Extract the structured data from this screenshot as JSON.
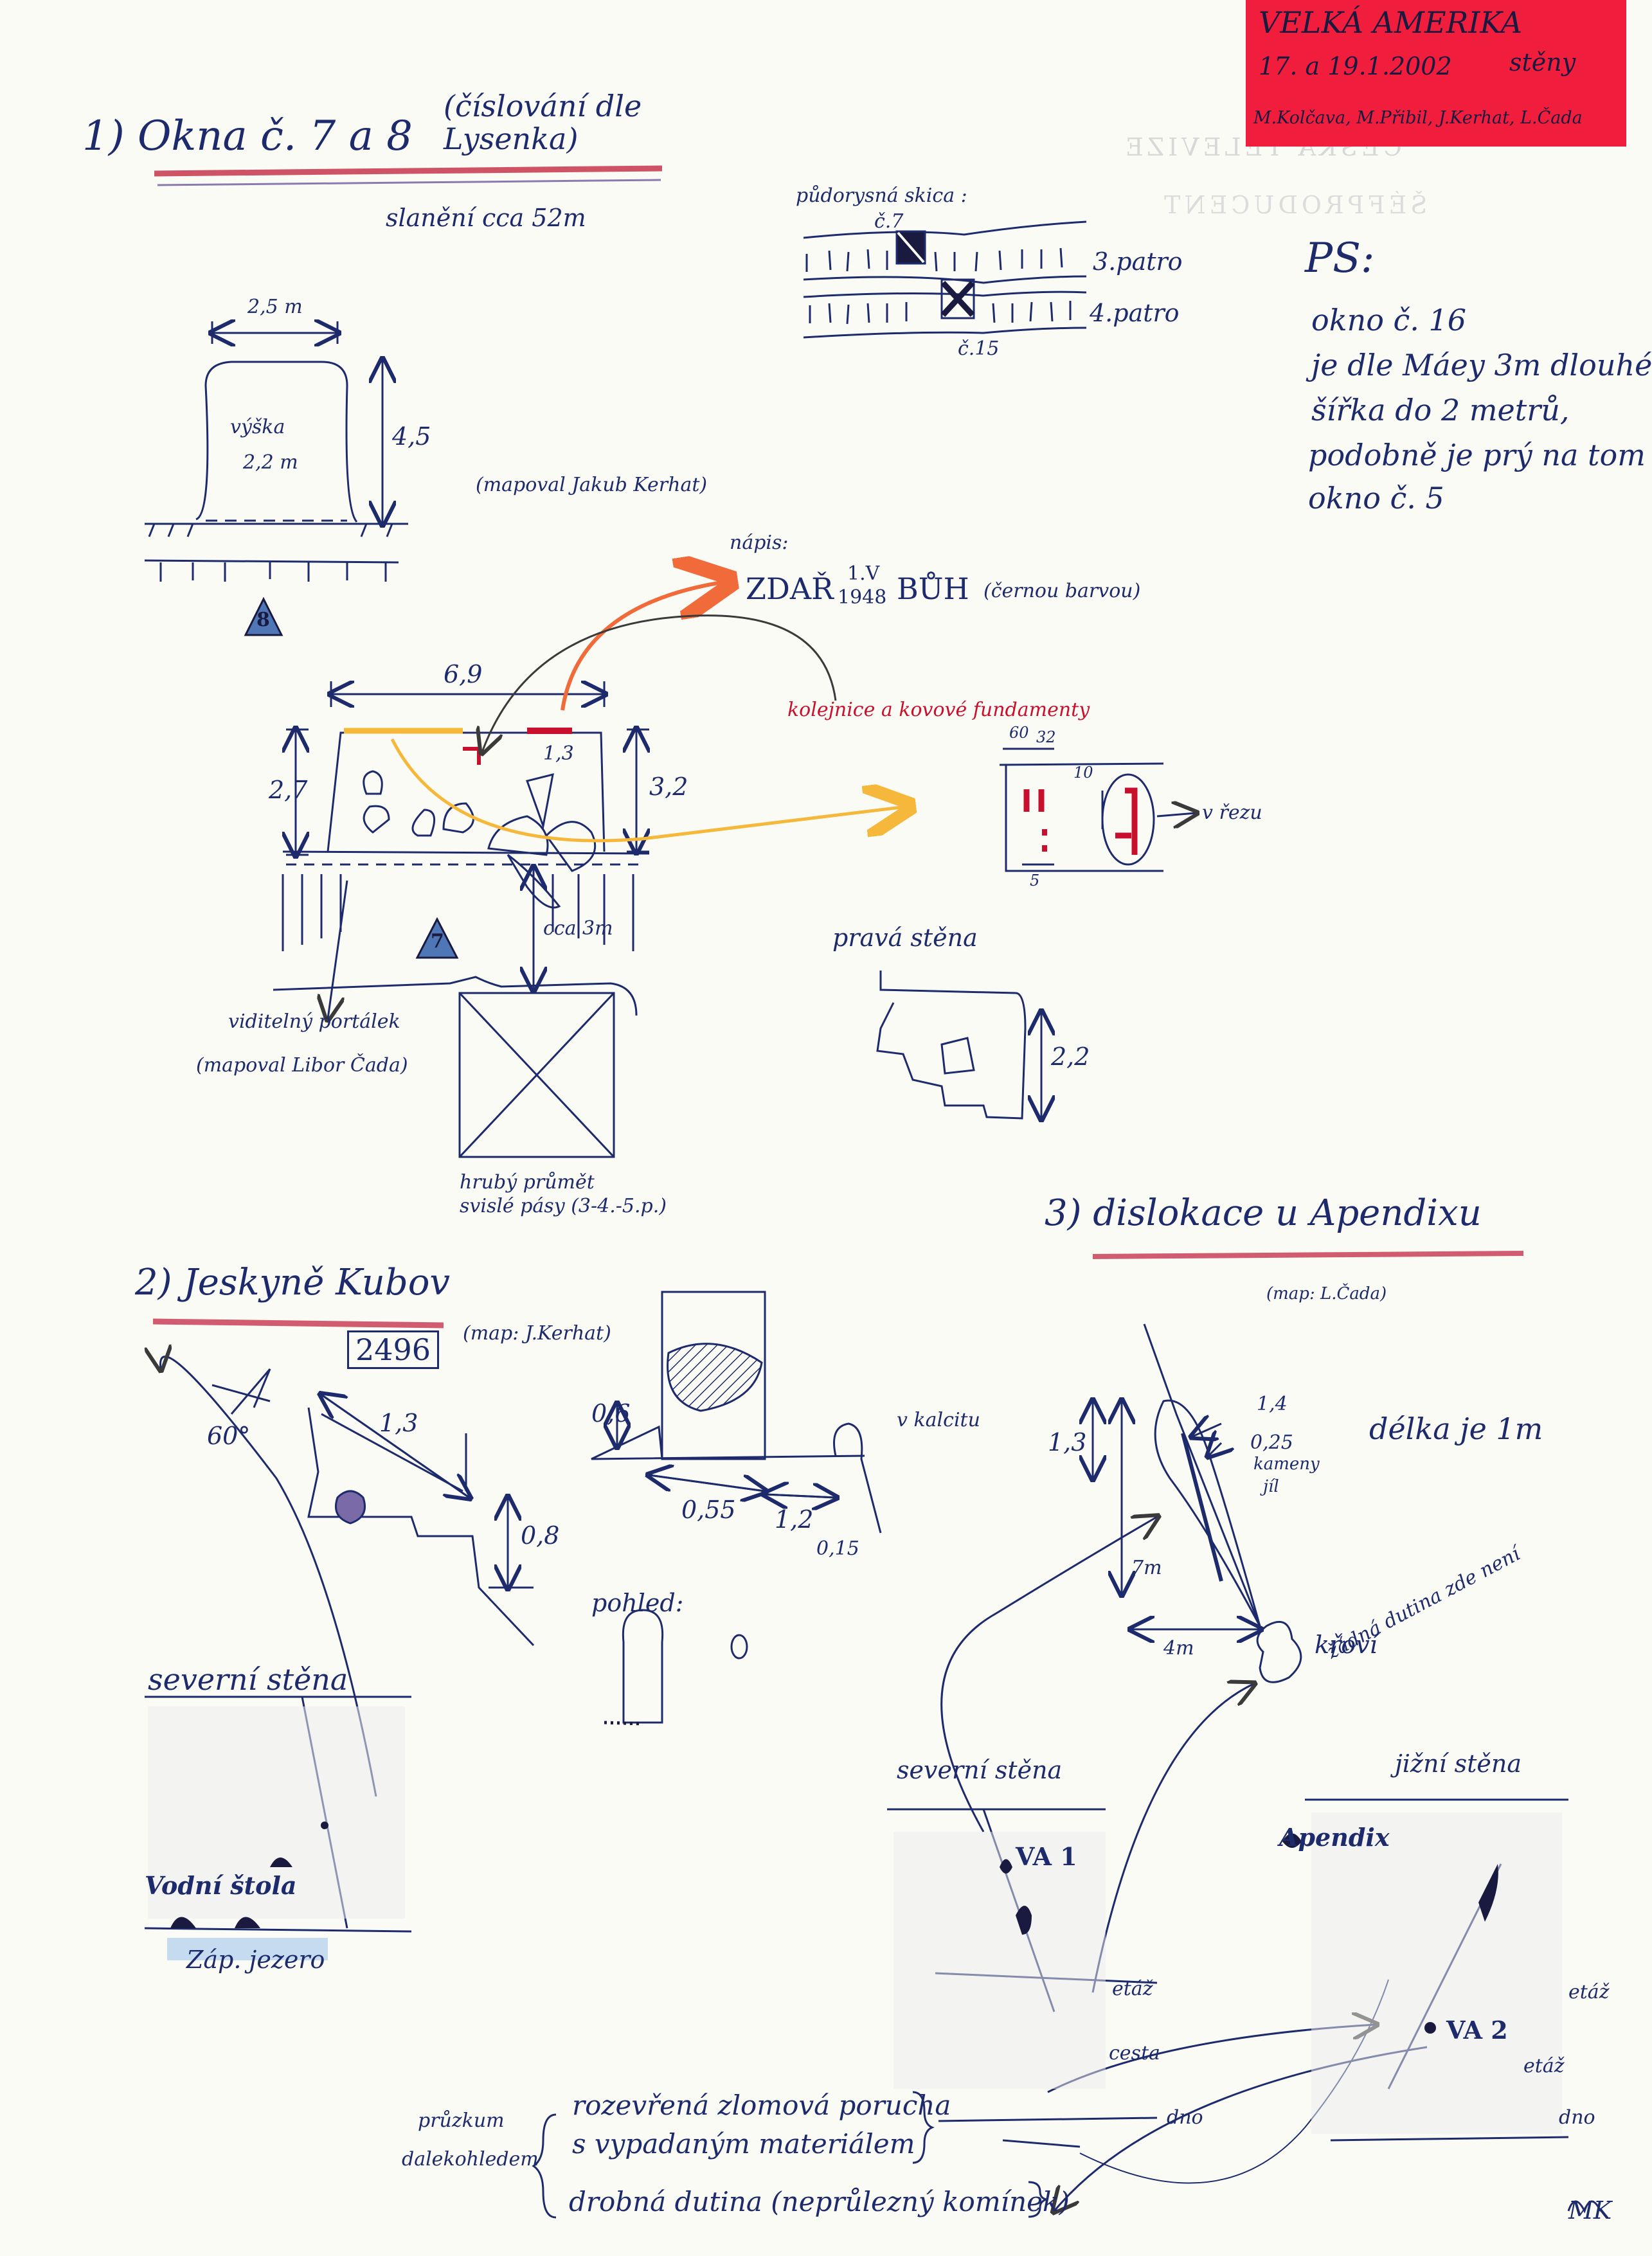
{
  "header": {
    "title": "VELKÁ AMERIKA",
    "dates": "17. a 19.1.2002",
    "subtitle": "stěny",
    "authors": "M.Kolčava, M.Přibil, J.Kerhat, L.Čada",
    "bg_color": "#f01e3c"
  },
  "watermark": {
    "line1": "ČESKÁ TELEVIZE",
    "line2": "ŠÉFPRODUCENT"
  },
  "section1": {
    "title": "1) Okna č. 7 a 8",
    "numbering": "(číslování dle Lysenka)",
    "rappel": "slanění cca 52m",
    "floorplan_label": "půdorysná skica :",
    "c7": "č.7",
    "c15": "č.15",
    "floor3": "3.patro",
    "floor4": "4.patro",
    "w8_width": "2,5 m",
    "w8_inner1": "výška",
    "w8_inner2": "2,2 m",
    "w8_height": "4,5",
    "w8_num": "8",
    "mapped_kerhat": "(mapoval Jakub Kerhat)",
    "inscription_label": "nápis:",
    "inscription_zdar": "ZDAŘ",
    "inscription_frac_top": "1.V",
    "inscription_frac_bottom": "1948",
    "inscription_buh": "BŮH",
    "inscription_note": "(černou barvou)",
    "rails": "kolejnice a kovové fundamenty",
    "w7_width": "6,9",
    "w7_left": "2,7",
    "w7_right": "3,2",
    "w7_rail": "1,3",
    "w7_num": "7",
    "cca3m": "cca 3m",
    "portal": "viditelný portálek",
    "mapped_cada": "(mapoval Libor Čada)",
    "projection1": "hrubý průmět",
    "projection2": "svislé pásy (3-4.-5.p.)",
    "detail_60": "60",
    "detail_32": "32",
    "detail_10": "10",
    "detail_5": "5",
    "section_note": "v řezu",
    "right_wall": "pravá stěna",
    "right_wall_dim": "2,2"
  },
  "ps": {
    "title": "PS:",
    "lines": [
      "okno č. 16",
      "je dle Máey 3m dlouhé",
      "šířka do 2 metrů,",
      "podobně je prý na tom",
      "okno č. 5"
    ]
  },
  "section2": {
    "title": "2) Jeskyně Kubov",
    "number": "2496",
    "mapped": "(map: J.Kerhat)",
    "angle": "60°",
    "d13": "1,3",
    "d08": "0,8",
    "d06": "0,6",
    "d055": "0,55",
    "d12": "1,2",
    "d015": "0,15",
    "calcite": "v kalcitu",
    "view": "pohled:",
    "north_wall": "severní stěna",
    "water_adit": "Vodní štola",
    "lake": "Záp. jezero"
  },
  "section3": {
    "title": "3) dislokace u Apendixu",
    "mapped": "(map: L.Čada)",
    "d13": "1,3",
    "d14": "1,4",
    "d025": "0,25",
    "stones": "kameny",
    "clay": "jíl",
    "d7m": "7m",
    "d4m": "4m",
    "length": "délka je 1m",
    "bushes": "křoví",
    "no_cavity": "žádná dutina zde není",
    "north_wall": "severní stěna",
    "south_wall": "jižní stěna",
    "va1": "VA 1",
    "va2": "VA 2",
    "apendix": "Apendix",
    "etaz": "etáž",
    "cesta": "cesta",
    "dno": "dno"
  },
  "survey": {
    "label1": "průzkum",
    "label2": "dalekohledem",
    "item1_line1": "rozevřená zlomová porucha",
    "item1_line2": "s vypadaným materiálem",
    "item2": "drobná dutina (neprůlezný komínek)",
    "signature": "MK"
  }
}
